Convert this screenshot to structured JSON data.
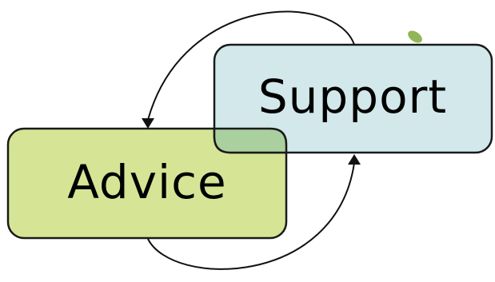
{
  "diagram": {
    "nodes": [
      {
        "id": "advice",
        "label": "Advice",
        "fill": "#d6e595"
      },
      {
        "id": "support",
        "label": "Support",
        "fill": "#d2e8ea"
      }
    ],
    "overlap_fill": "#a9d09e",
    "arrows": [
      {
        "from": "support",
        "to": "advice",
        "route": "over-top"
      },
      {
        "from": "advice",
        "to": "support",
        "route": "under-bottom"
      }
    ],
    "decoration": "green-leaves",
    "accent_color": "#7fa83a"
  }
}
